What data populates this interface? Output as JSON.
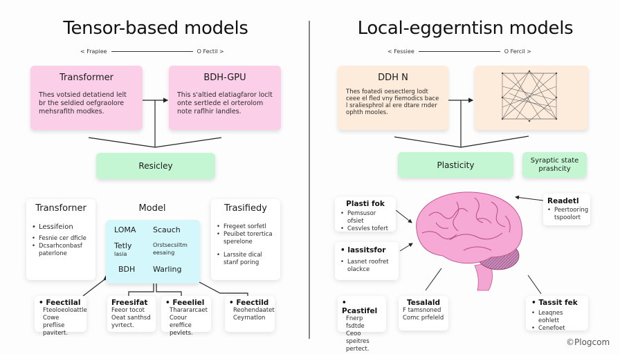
{
  "left": {
    "title": "Tensor-based models",
    "nav": {
      "prev": "< Frapiee",
      "next": "O Fectil >"
    },
    "top_cards": [
      {
        "title": "Transformer",
        "body": "Thes votsied detatiend lelt br the seldied oefgraolore mehsrafith modkes."
      },
      {
        "title": "BDH-GPU",
        "body": "This s'altied elatiagfaror loclt onte sertlede el orterolom note raflhir landles."
      }
    ],
    "merge_box": "Resicley",
    "col_transformer": {
      "title": "Transforner",
      "head_item": "Lessifeion",
      "items": [
        "Fesnie cer dficle",
        "Dcsarhconbasf paterlone"
      ]
    },
    "col_model": {
      "title": "Model",
      "cells": [
        {
          "title": "LOMA",
          "sub": ""
        },
        {
          "title": "Scauch",
          "sub": ""
        },
        {
          "title": "Tetly",
          "sub": "lasia"
        },
        {
          "title": "",
          "sub": "Orstsecsiltm eesaing"
        },
        {
          "title": "BDH",
          "sub": ""
        },
        {
          "title": "Warling",
          "sub": ""
        }
      ]
    },
    "col_trasifiedy": {
      "title": "Trasifiedy",
      "items": [
        "Fregeet sorfetl",
        "Peuibet torertica sperelone",
        "Larssite dical stanf poring"
      ]
    },
    "bottom_cards": [
      {
        "title": "Feectilal",
        "bullet": true,
        "lines": [
          "Fteoloeoloattle",
          "Cowe preflise pavitert."
        ]
      },
      {
        "title": "Freesifat",
        "bullet": false,
        "lines": [
          "Feeor tocot",
          "Oeat santhsd yvrtect."
        ]
      },
      {
        "title": "Feeeliel",
        "bullet": true,
        "lines": [
          "Tharararcaet",
          "Coour ereffice pevlets."
        ]
      },
      {
        "title": "Feectild",
        "bullet": true,
        "lines": [
          "Reohendaatet",
          "Ceyrnatlon"
        ]
      }
    ]
  },
  "right": {
    "title": "Local-eggerntisn models",
    "nav": {
      "prev": "< Fessiee",
      "next": "O Fercil >"
    },
    "top_cards": [
      {
        "title": "DDH N",
        "body": "Thes foatedi oesectlerg lodt ceee el fled vny fiemodics bace l sraliesphrol al ere dtare rnder ophth mooles."
      },
      {
        "title": "",
        "graphic": "network-graph"
      }
    ],
    "merge_box": "Plasticity",
    "side_box": "Syraptic state prashcity",
    "labels": [
      {
        "title": "Plasti fok",
        "items": [
          "Pemsusor ofsiet",
          "Cesvles tofert"
        ]
      },
      {
        "title": "lassitsfor",
        "items": [
          "Lasnet roofret olackce"
        ]
      },
      {
        "title": "Readetl",
        "items": [
          "Peertooring tspoolort"
        ]
      }
    ],
    "bottom_cards": [
      {
        "title": "Pcastifel",
        "bullet": true,
        "lines": [
          "Fnerp fsdtde",
          "Ceoo speitres pertect."
        ]
      },
      {
        "title": "Tesalald",
        "bullet": false,
        "lines": [
          "F tamsnoned",
          "Comc prfeleld"
        ]
      },
      {
        "title": "Tassit fek",
        "bullet": true,
        "items": [
          "Leaqnes eohlett",
          "Cenefoet"
        ]
      }
    ]
  },
  "footer": {
    "copyright": "©Plogcom"
  },
  "colors": {
    "pink": "#fbcfe8",
    "peach": "#fdebdc",
    "green": "#c5f6d3",
    "cyan": "#d4f7fb",
    "brain": "#f3a6d2"
  }
}
